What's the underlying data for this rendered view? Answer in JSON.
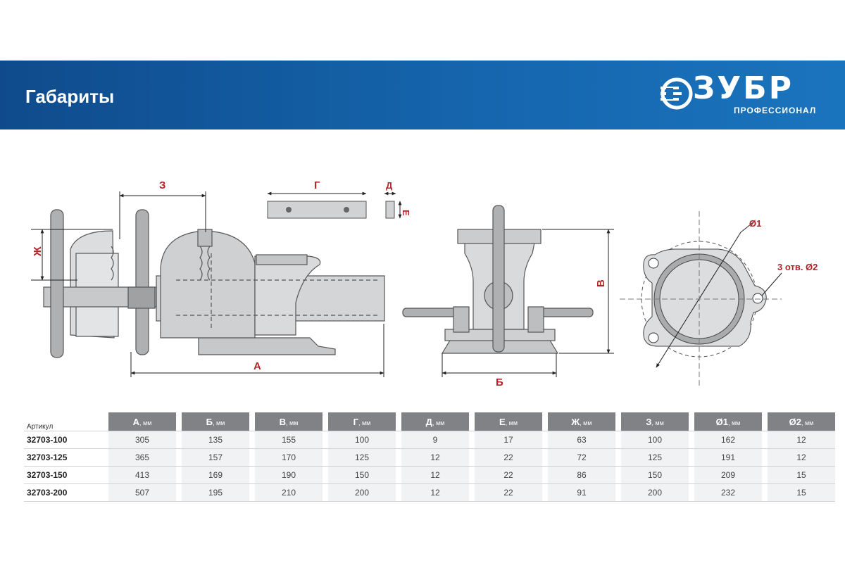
{
  "header": {
    "title": "Габариты",
    "brand": "ЗУБР",
    "brand_subtitle": "ПРОФЕССИОНАЛ"
  },
  "diagram": {
    "labels": {
      "A": "А",
      "B": "Б",
      "V": "В",
      "G": "Г",
      "D": "Д",
      "E": "Е",
      "Zh": "Ж",
      "Z": "З",
      "O1": "Ø1",
      "O2_holes": "3 отв. Ø2"
    }
  },
  "table": {
    "first_header": "Артикул",
    "columns": [
      {
        "name": "А",
        "unit": ", мм"
      },
      {
        "name": "Б",
        "unit": ", мм"
      },
      {
        "name": "В",
        "unit": ", мм"
      },
      {
        "name": "Г",
        "unit": ", мм"
      },
      {
        "name": "Д",
        "unit": ", мм"
      },
      {
        "name": "Е",
        "unit": ", мм"
      },
      {
        "name": "Ж",
        "unit": ", мм"
      },
      {
        "name": "З",
        "unit": ", мм"
      },
      {
        "name": "Ø1",
        "unit": ", мм"
      },
      {
        "name": "Ø2",
        "unit": ", мм"
      }
    ],
    "rows": [
      {
        "article": "32703-100",
        "values": [
          "305",
          "135",
          "155",
          "100",
          "9",
          "17",
          "63",
          "100",
          "162",
          "12"
        ]
      },
      {
        "article": "32703-125",
        "values": [
          "365",
          "157",
          "170",
          "125",
          "12",
          "22",
          "72",
          "125",
          "191",
          "12"
        ]
      },
      {
        "article": "32703-150",
        "values": [
          "413",
          "169",
          "190",
          "150",
          "12",
          "22",
          "86",
          "150",
          "209",
          "15"
        ]
      },
      {
        "article": "32703-200",
        "values": [
          "507",
          "195",
          "210",
          "200",
          "12",
          "22",
          "91",
          "200",
          "232",
          "15"
        ]
      }
    ]
  },
  "colors": {
    "banner": "#1565ad",
    "dimension": "#b32428",
    "table_header": "#808286"
  }
}
